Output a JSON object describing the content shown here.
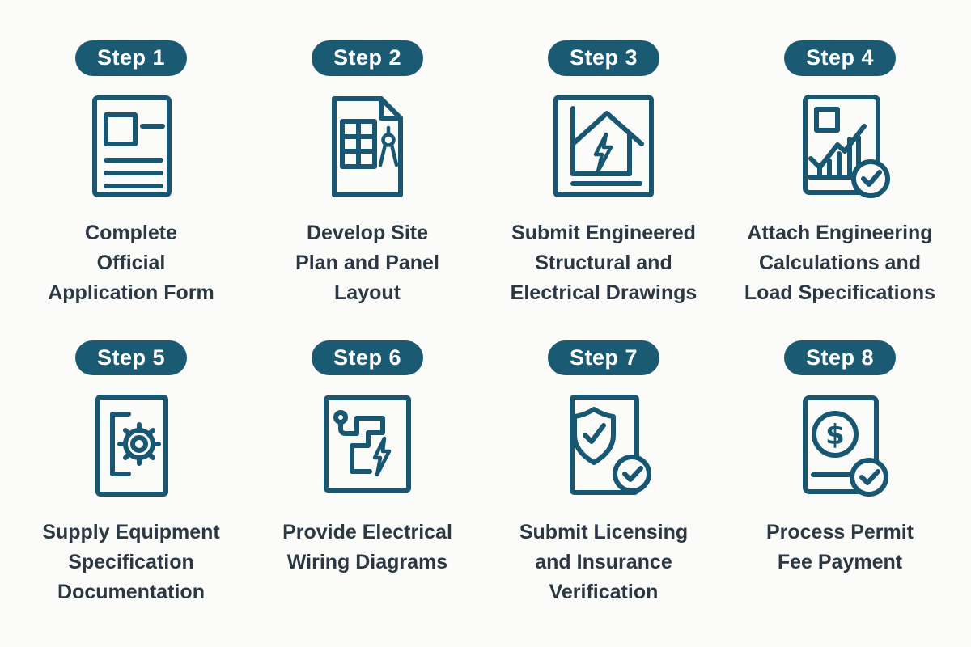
{
  "theme": {
    "background": "#fbfbf9",
    "badge_fill": "#1b5a73",
    "badge_text_color": "#ffffff",
    "icon_stroke": "#175772",
    "caption_color": "#2b3743"
  },
  "steps": [
    {
      "badge": "Step 1",
      "icon": "application-form-icon",
      "title": "Complete\nOfficial\nApplication Form"
    },
    {
      "badge": "Step 2",
      "icon": "site-plan-compass-icon",
      "title": "Develop Site\nPlan and Panel\nLayout"
    },
    {
      "badge": "Step 3",
      "icon": "house-electrical-drawing-icon",
      "title": "Submit Engineered\nStructural and\nElectrical Drawings"
    },
    {
      "badge": "Step 4",
      "icon": "calculations-chart-check-icon",
      "title": "Attach Engineering\nCalculations and\nLoad Specifications"
    },
    {
      "badge": "Step 5",
      "icon": "equipment-spec-gear-icon",
      "title": "Supply Equipment\nSpecification\nDocumentation"
    },
    {
      "badge": "Step 6",
      "icon": "wiring-diagram-icon",
      "title": "Provide Electrical\nWiring Diagrams"
    },
    {
      "badge": "Step 7",
      "icon": "license-shield-check-icon",
      "title": "Submit Licensing\nand Insurance\nVerification"
    },
    {
      "badge": "Step 8",
      "icon": "fee-payment-check-icon",
      "title": "Process Permit\nFee Payment"
    }
  ]
}
